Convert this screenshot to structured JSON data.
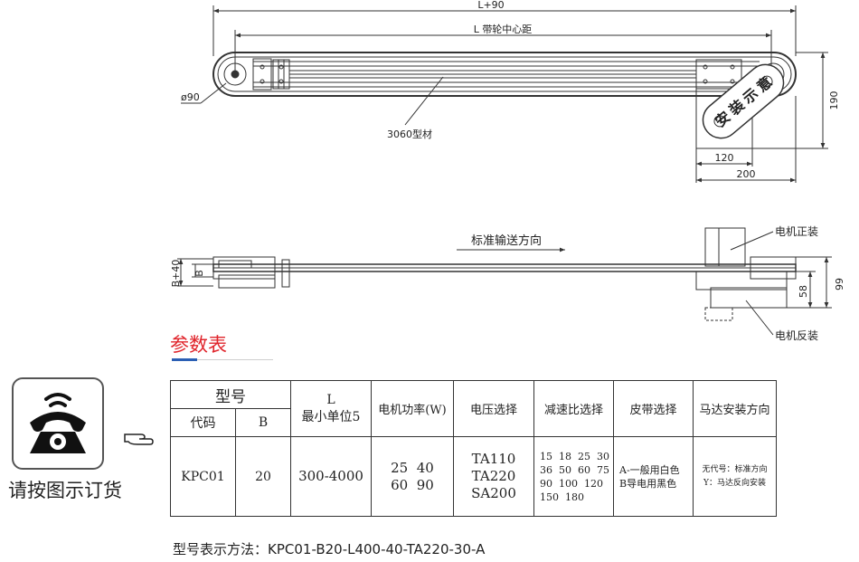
{
  "drawing": {
    "top_view": {
      "total_length_label": "L+90",
      "center_distance_label": "L 带轮中心距",
      "pulley_dia_label": "ø90",
      "profile_label": "3060型材",
      "height_190": "190",
      "width_120": "120",
      "width_200": "200",
      "motor_text": [
        "安",
        "装",
        "示",
        "意"
      ]
    },
    "side_view": {
      "direction_label": "标准输送方向",
      "motor_normal_label": "电机正装",
      "motor_reverse_label": "电机反装",
      "b_label": "B",
      "b40_label": "B+40",
      "dim_99": "99",
      "dim_58": "58"
    }
  },
  "params": {
    "title": "参数表",
    "table": {
      "model_header": "型号",
      "code_header": "代码",
      "b_header": "B",
      "l_header_1": "L",
      "l_header_2": "最小单位5",
      "power_header": "电机功率(W)",
      "voltage_header": "电压选择",
      "ratio_header": "减速比选择",
      "belt_header": "皮带选择",
      "motor_dir_header": "马达安装方向",
      "code_value": "KPC01",
      "b_value": "20",
      "l_value": "300-4000",
      "power_values": [
        "25  40",
        "60  90"
      ],
      "voltage_values": [
        "TA110",
        "TA220",
        "SA200"
      ],
      "ratio_values": [
        "15  18  25  30",
        "36  50  60  75",
        "90  100  120",
        "150  180"
      ],
      "belt_values": [
        "A-一般用白色",
        "B导电用黑色"
      ],
      "motor_dir_values": [
        "无代号：标准方向",
        "Y：马达反向安装"
      ]
    },
    "model_example": "型号表示方法：KPC01-B20-L400-40-TA220-30-A"
  },
  "order": {
    "label": "请按图示订货",
    "icon": "telephone-icon"
  },
  "colors": {
    "title_red": "#e0242b",
    "accent_blue": "#2b5fb4",
    "line": "#333333"
  }
}
